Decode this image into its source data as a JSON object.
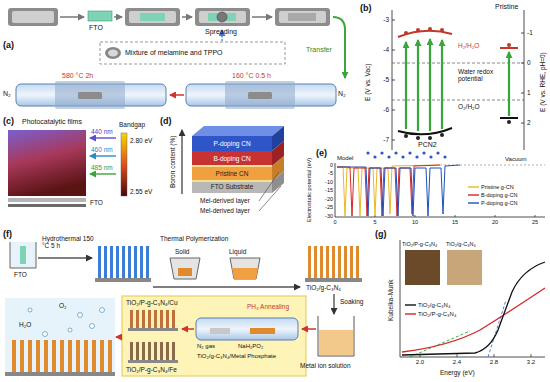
{
  "diagram": {
    "labels": [
      "(a)",
      "FTO",
      "Spreading",
      "Mixture of melamine and TPPO",
      "Transfer",
      "580 °C 2h",
      "160 °C 0.5 h",
      "N₂",
      "N₂",
      "(b)",
      "E (V vs. Vac)",
      "E (V vs. RHE, pH=0)",
      "-3",
      "-4",
      "-5",
      "-6",
      "-7",
      "-1",
      "0",
      "1",
      "2",
      "H₂/H₂O",
      "Water redox potential",
      "O₂/H₂O",
      "Pristine",
      "PCN2",
      "(c)",
      "Photocatalytic films",
      "440 nm",
      "460 nm",
      "485 nm",
      "Bandgap",
      "2.80 eV",
      "2.55 eV",
      "FTO",
      "(d)",
      "Boron content (%)",
      "P-doping CN",
      "B-doping CN",
      "Pristine CN",
      "FTO Substrate",
      "Mel-derived layer",
      "Mel-derived layer",
      "(e)",
      "Model",
      "Vacuum",
      "Electrostatic potential (eV)",
      "0",
      "-5",
      "-10",
      "-15",
      "-20",
      "-25",
      "-30",
      "0",
      "5",
      "10",
      "15",
      "20",
      "25",
      "(f)",
      "FTO",
      "Hydrothermal 150 °C 5 h",
      "Thermal Polymerization",
      "Solid",
      "Liquid",
      "TiO₂/g-C₃N₄",
      "Soaking",
      "Metal ion solution",
      "PH₃ Annealing",
      "N₂ gas",
      "NaH₂PO₂",
      "TiO₂/g-C₃N₄/Metal Phosphate",
      "TiO₂/P-g-C₃N₄/Cu",
      "TiO₂/P-g-C₃N₄/Fe",
      "O₂",
      "H₂O",
      "(g)",
      "TiO₂/P-g-C₃N₄",
      "TiO₂/g-C₃N₄",
      "Kubelka-Munk",
      "2.0",
      "2.4",
      "2.8",
      "3.2",
      "Energy (eV)"
    ],
    "legend": [
      {
        "text": "Pristine g-CN"
      },
      {
        "text": "B-doping g-CN"
      },
      {
        "text": "P-doping g-CN"
      },
      {
        "text": "TiO₂/g-C₃N₄"
      },
      {
        "text": "TiO₂/P-g-C₃N₄"
      }
    ]
  }
}
